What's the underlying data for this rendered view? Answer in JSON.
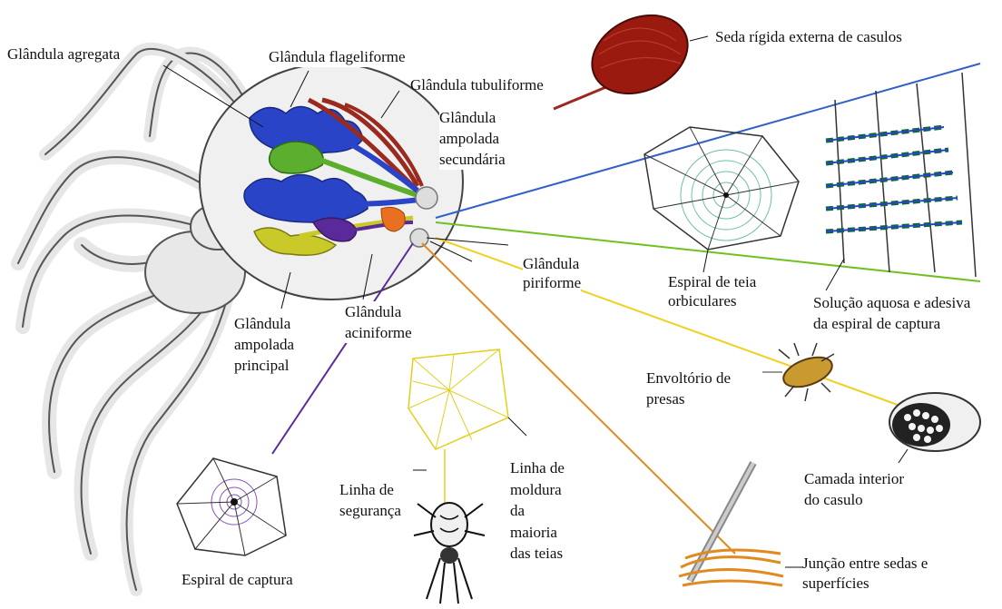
{
  "labels": {
    "agregata": "Glândula agregata",
    "flageliforme": "Glândula flageliforme",
    "tubuliforme": "Glândula tubuliforme",
    "ampolada_sec_1": "Glândula",
    "ampolada_sec_2": "ampolada",
    "ampolada_sec_3": "secundária",
    "seda_rigida": "Seda rígida externa de casulos",
    "piriforme_1": "Glândula",
    "piriforme_2": "piriforme",
    "espiral_orbiculares_1": "Espiral de teia",
    "espiral_orbiculares_2": "orbiculares",
    "solucao_1": "Solução aquosa e adesiva",
    "solucao_2": "da espiral de captura",
    "aciniforme_1": "Glândula",
    "aciniforme_2": "aciniforme",
    "ampolada_pri_1": "Glândula",
    "ampolada_pri_2": "ampolada",
    "ampolada_pri_3": "principal",
    "envoltorio_1": "Envoltório de",
    "envoltorio_2": "presas",
    "camada_1": "Camada interior",
    "camada_2": "do casulo",
    "linha_seg_1": "Linha de",
    "linha_seg_2": "segurança",
    "moldura_1": "Linha de",
    "moldura_2": "moldura",
    "moldura_3": "da",
    "moldura_4": "maioria",
    "moldura_5": "das teias",
    "espiral_captura": "Espiral de captura",
    "juncao_1": "Junção entre sedas e",
    "juncao_2": "superfícies"
  },
  "colors": {
    "flageliforme": "#2a44c8",
    "tubuliforme": "#9a2a1e",
    "ampolada_secundaria": "#5cae2e",
    "ampolada_principal": "#2a44c8",
    "agregata": "#c9c92a",
    "aciniforme": "#5a2a9a",
    "piriforme": "#f0d020",
    "orange_line": "#e08a20",
    "blue_line": "#3060c8",
    "green_line": "#70c020"
  }
}
